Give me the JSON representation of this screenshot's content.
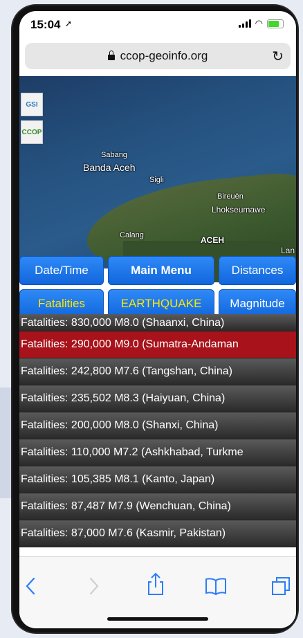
{
  "status": {
    "time": "15:04"
  },
  "browser": {
    "url": "ccop-geoinfo.org"
  },
  "map": {
    "logos": [
      "GSI",
      "CCOP"
    ],
    "places": {
      "sabang": "Sabang",
      "banda_aceh": "Banda Aceh",
      "sigli": "Sigli",
      "bireuen": "Bireuën",
      "lhokseumawe": "Lhokseumawe",
      "calang": "Calang",
      "aceh": "ACEH",
      "lan": "Lan"
    }
  },
  "buttons": {
    "date_time": "Date/Time",
    "main_menu": "Main Menu",
    "distances": "Distances",
    "fatalities": "Fatalities",
    "earthquake": "EARTHQUAKE",
    "magnitude": "Magnitude"
  },
  "list": {
    "partial_row": "Fatalities: 830,000  M8.0 (Shaanxi, China)",
    "rows": [
      "Fatalities: 290,000  M9.0 (Sumatra-Andaman",
      "Fatalities: 242,800  M7.6 (Tangshan, China)",
      "Fatalities: 235,502  M8.3 (Haiyuan, China)",
      "Fatalities: 200,000  M8.0 (Shanxi, China)",
      "Fatalities: 110,000  M7.2 (Ashkhabad, Turkme",
      "Fatalities: 105,385  M8.1 (Kanto, Japan)",
      "Fatalities: 87,487  M7.9 (Wenchuan, China)",
      "Fatalities: 87,000  M7.6 (Kasmir, Pakistan)"
    ]
  },
  "colors": {
    "button_blue": "#1a75ea",
    "selected_row": "#a8121a",
    "highlight_text": "#ffe800",
    "toolbar_icon": "#2b7ef5"
  },
  "icons": {
    "back": "chevron-left-icon",
    "forward": "chevron-right-icon",
    "share": "share-icon",
    "bookmarks": "book-icon",
    "tabs": "tabs-icon",
    "scroll_hint": "chevron-down-icon"
  }
}
